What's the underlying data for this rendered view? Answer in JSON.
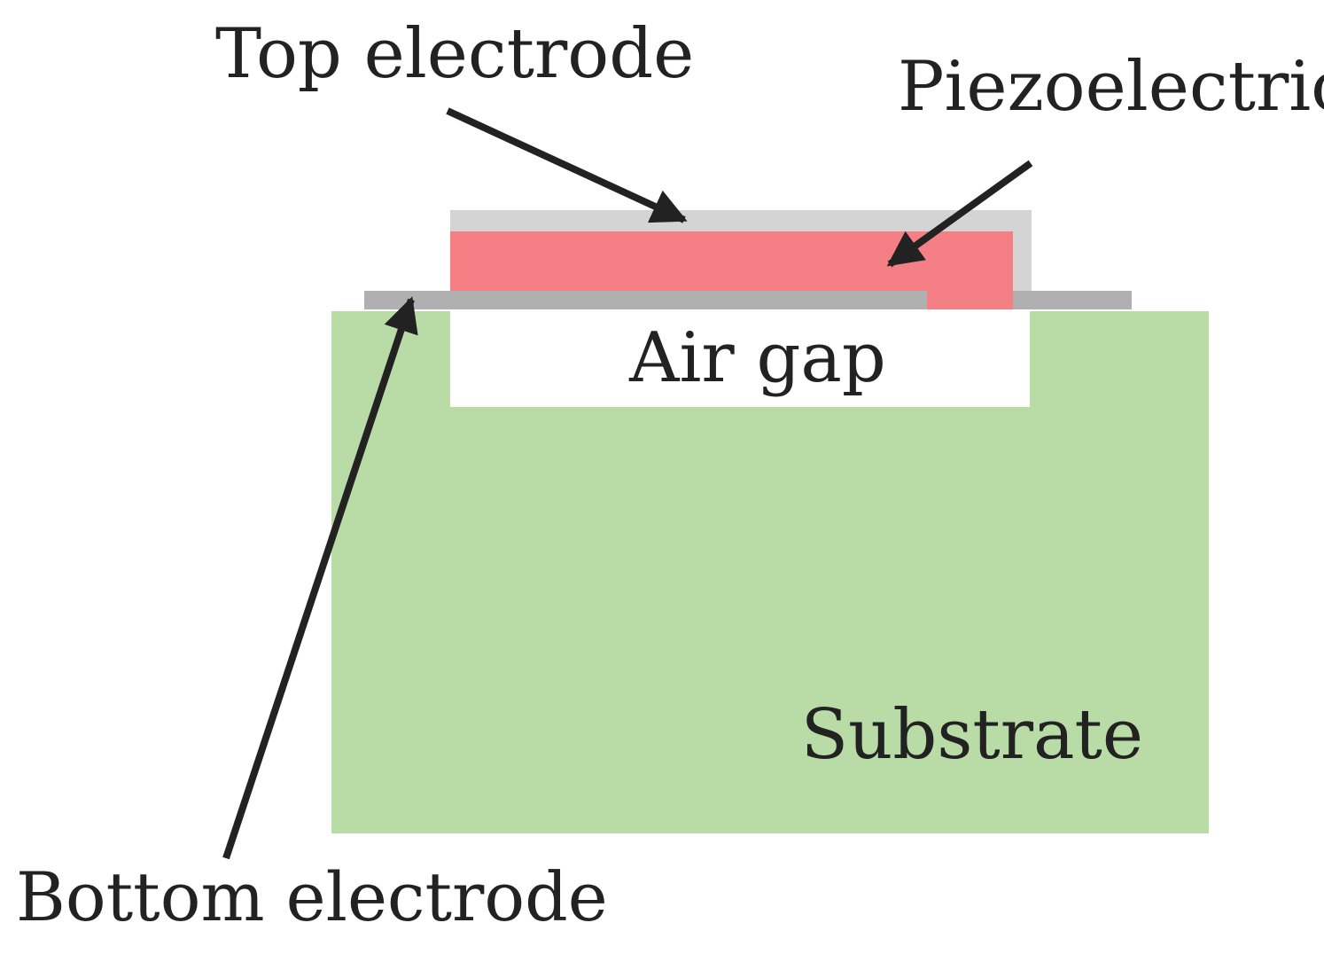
{
  "diagram": {
    "labels": {
      "top_electrode": "Top electrode",
      "piezoelectric": "Piezoelectric",
      "air_gap": "Air gap",
      "substrate": "Substrate",
      "bottom_electrode": "Bottom electrode"
    },
    "colors": {
      "substrate": "#b9dba5",
      "top_electrode": "#d4d4d4",
      "piezoelectric": "#f47f84",
      "bottom_electrode": "#b0b0b0",
      "air_gap": "#ffffff",
      "arrow": "#222222",
      "text": "#222222"
    }
  }
}
